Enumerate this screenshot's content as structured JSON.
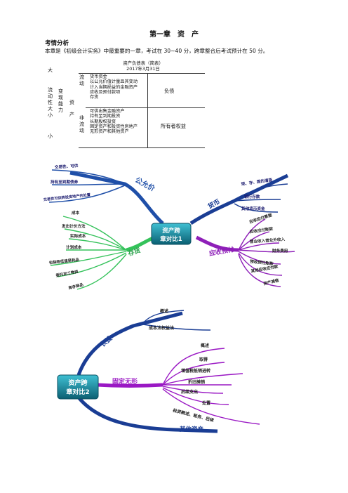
{
  "header": {
    "chapter_title": "第一章　资　产",
    "section_title": "考情分析",
    "intro": "本章是《初级会计实务》中最重要的一章，考试在 30~40 分，跨章整合后考试预计在 50 分。"
  },
  "balance_sheet": {
    "title_line1": "资产负债表（简表）",
    "title_line2": "2017年3月31日",
    "big": "大",
    "small": "小",
    "liquidity_label": [
      "流",
      "动",
      "性",
      "大",
      "小"
    ],
    "order_label": [
      "变",
      "现",
      "能",
      "力"
    ],
    "asset_label": [
      "资",
      "产"
    ],
    "current_label": [
      "流",
      "动"
    ],
    "noncurrent_label": [
      "非",
      "流",
      "动"
    ],
    "current_items": [
      "货币资金",
      "以公允价值计量且其变动",
      "计入当期损益的金融资产",
      "应收及预付款项",
      "存货"
    ],
    "noncurrent_items": [
      "可供出售金融资产",
      "持有至到期投资",
      "长期股权投资",
      "固定资产和投资性房地产",
      "无形资产和其他资产"
    ],
    "liabilities": "负债",
    "equity": "所有者权益"
  },
  "mindmap1": {
    "center_line1": "资产跨",
    "center_line2": "章对比1",
    "branches": {
      "fair_value": "公允价",
      "monetary": "货币",
      "inventory": "存货",
      "receivables": "应收预付"
    },
    "fair_value_items": [
      "交易性、可供",
      "持有至到期债券",
      "交易性可供转投资地产的处置"
    ],
    "monetary_items": [
      "现、存、固的清查",
      "银行存款",
      "其他货币资金"
    ],
    "inventory_items": [
      "成本",
      "发出计价方法",
      "实际成本",
      "计划成本",
      "包装物低值易耗品",
      "委托加工物资",
      "库存商品"
    ],
    "receivable_items": [
      "应收应付票据",
      "应收应付账款",
      "营业收入营业外收入",
      "财务费用",
      "预收预付账款",
      "其他应收应付款",
      "资产减值"
    ]
  },
  "mindmap2": {
    "center_line1": "资产跨",
    "center_line2": "章对比2",
    "branches": {
      "long_term": "长投",
      "fixed_intangible": "固定无形",
      "other": "其他资产"
    },
    "long_term_items": [
      "概述",
      "成本法权益法"
    ],
    "fixed_items": [
      "概述",
      "取得",
      "增值税抵销进转",
      "折旧摊销",
      "后续支出",
      "处置",
      "投资概述、账务、后续"
    ]
  },
  "colors": {
    "fair_value": "#1f4fa8",
    "monetary": "#1a3d94",
    "inventory": "#34c25a",
    "receivables": "#8e1fb8",
    "center_top": "#2ea9bf",
    "center_bottom": "#0e6f82",
    "long_term": "#1a3d94",
    "fixed": "#9a18c4",
    "other": "#1a3d94"
  }
}
